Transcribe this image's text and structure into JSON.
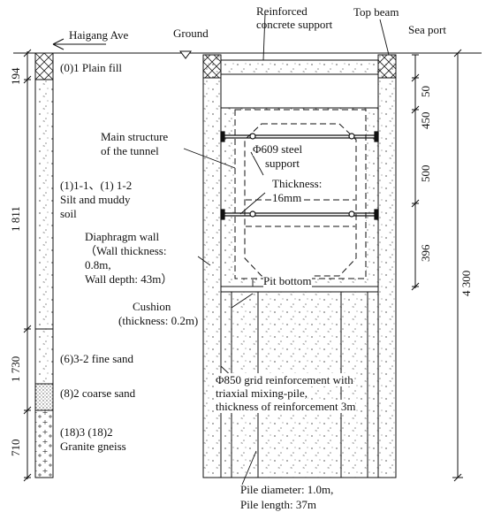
{
  "top_labels": {
    "road": "Haigang Ave",
    "ground": "Ground",
    "support_line1": "Reinforced",
    "support_line2": "concrete support",
    "top_beam": "Top beam",
    "sea_port": "Sea port"
  },
  "strata": {
    "plain_fill": "(0)1 Plain fill",
    "silt_line1": "(1)1-1、(1) 1-2",
    "silt_line2": "Silt and muddy",
    "silt_line3": "soil",
    "fine_sand": "(6)3-2 fine sand",
    "coarse_sand": "(8)2 coarse sand",
    "gneiss_line1": "(18)3   (18)2",
    "gneiss_line2": "Granite gneiss"
  },
  "structure_labels": {
    "main_line1": "Main structure",
    "main_line2": "of the tunnel",
    "steel_line1": "Φ609  steel",
    "steel_line2": "support",
    "thick_line1": "Thickness:",
    "thick_line2": "16mm",
    "wall_line1": "Diaphragm wall",
    "wall_line2": "（Wall thickness:",
    "wall_line3": "0.8m,",
    "wall_line4": "Wall depth: 43m）",
    "pit_bottom": "Pit bottom",
    "cushion_line1": "Cushion",
    "cushion_line2": "(thickness: 0.2m)",
    "grid_line1": "Φ850 grid reinforcement with",
    "grid_line2": "triaxial mixing-pile,",
    "grid_line3": "thickness of reinforcement 3m",
    "pile_line1": "Pile diameter: 1.0m,",
    "pile_line2": "Pile length: 37m"
  },
  "left_dimensions": [
    "194",
    "1 811",
    "1 730",
    "710"
  ],
  "right_dimensions": [
    "50",
    "450",
    "500",
    "396",
    "4 300"
  ],
  "colors": {
    "line": "#111111",
    "fill_dot": "#777777"
  }
}
